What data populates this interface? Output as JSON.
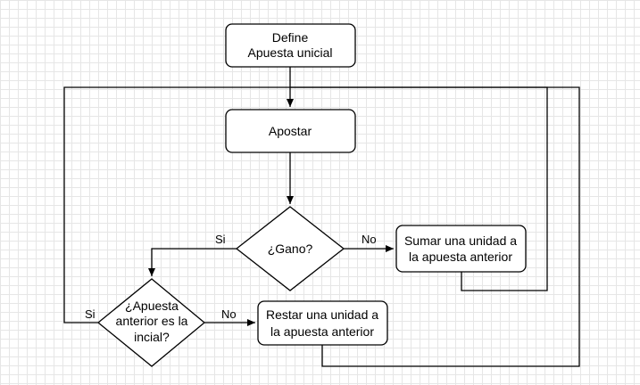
{
  "nodes": {
    "define": {
      "line1": "Define",
      "line2": "Apuesta unicial"
    },
    "apostar": {
      "label": "Apostar"
    },
    "gano": {
      "label": "¿Gano?"
    },
    "sumar": {
      "line1": "Sumar una unidad a",
      "line2": "la apuesta anterior"
    },
    "apuesta_inicial": {
      "line1": "¿Apuesta",
      "line2": "anterior es la",
      "line3": "incial?"
    },
    "restar": {
      "line1": "Restar una unidad a",
      "line2": "la apuesta anterior"
    }
  },
  "edges": {
    "gano_si": "Si",
    "gano_no": "No",
    "inicial_si": "Si",
    "inicial_no": "No"
  }
}
